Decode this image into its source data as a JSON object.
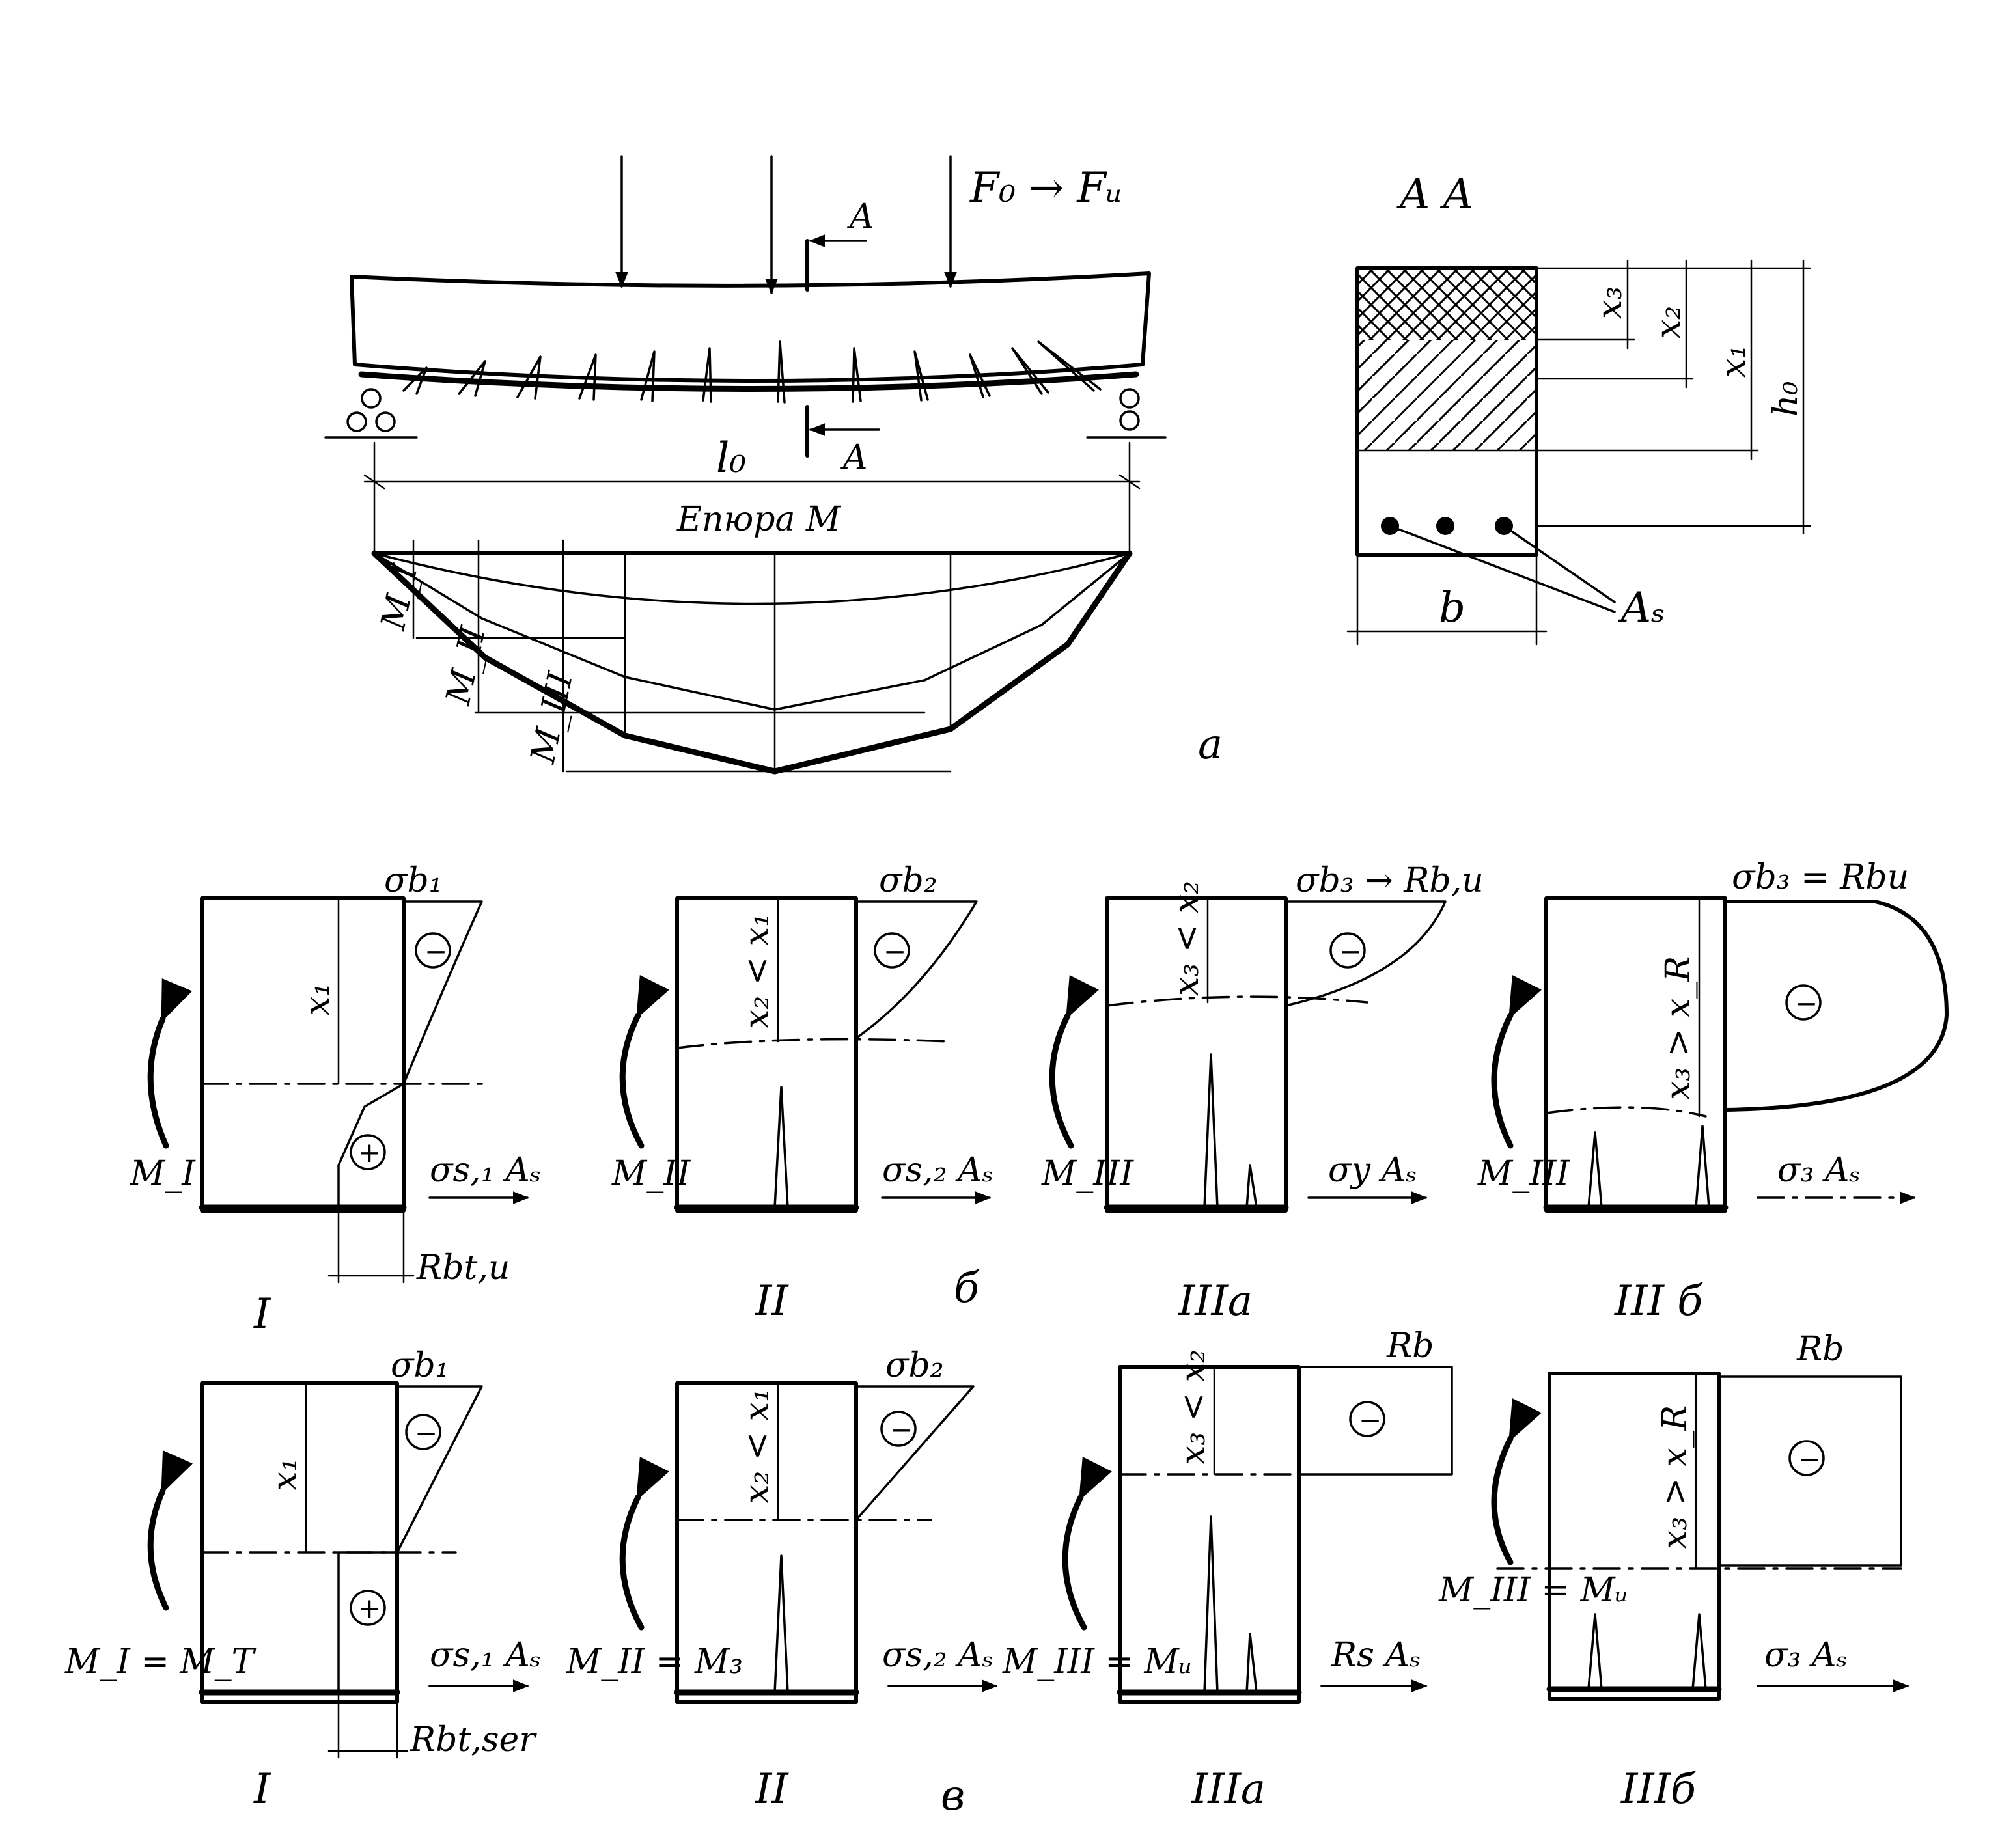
{
  "figure": {
    "beam": {
      "load_label": "F₀ → Fᵤ",
      "span_label": "l₀",
      "section_mark_top": "A",
      "section_mark_bottom": "A",
      "moment_title": "Епюра M",
      "moment_labels": [
        "M_I",
        "M_II",
        "M_III"
      ]
    },
    "section_view": {
      "title": "A  A",
      "dims": [
        "x₃",
        "x₂",
        "x₁",
        "h₀"
      ],
      "width_label": "b",
      "rebar_label": "Aₛ"
    },
    "part_a_label": "а",
    "row_b_label": "б",
    "row_v_label": "в",
    "stages_b": [
      {
        "stress": "σb₁",
        "depth": "x₁",
        "moment": "M_I",
        "force": "σs,₁ Aₛ",
        "tension": "Rbt,u",
        "stage": "I"
      },
      {
        "stress": "σb₂",
        "depth": "x₂ < x₁",
        "moment": "M_II",
        "force": "σs,₂ Aₛ",
        "stage": "II"
      },
      {
        "stress": "σb₃ → Rb,u",
        "depth": "x₃ < x₂",
        "moment": "M_III",
        "force": "σy Aₛ",
        "stage": "IIIа"
      },
      {
        "stress": "σb₃ = Rbu",
        "depth": "x₃ > x_R",
        "moment": "M_III",
        "force": "σ₃ Aₛ",
        "stage": "III б"
      }
    ],
    "stages_v": [
      {
        "stress": "σb₁",
        "depth": "x₁",
        "moment": "M_I = M_T",
        "force": "σs,₁ Aₛ",
        "tension": "Rbt,ser",
        "stage": "I"
      },
      {
        "stress": "σb₂",
        "depth": "x₂ < x₁",
        "moment": "M_II = M₃",
        "force": "σs,₂ Aₛ",
        "stage": "II"
      },
      {
        "stress": "Rb",
        "depth": "x₃ < x₂",
        "moment": "M_III = Mᵤ",
        "force": "Rs Aₛ",
        "stage": "IIIа"
      },
      {
        "stress": "Rb",
        "depth": "x₃ > x_R",
        "moment": "M_III = Mᵤ",
        "force": "σ₃ Aₛ",
        "stage": "IIIб"
      }
    ],
    "minus_sign": "−",
    "plus_sign": "+"
  }
}
